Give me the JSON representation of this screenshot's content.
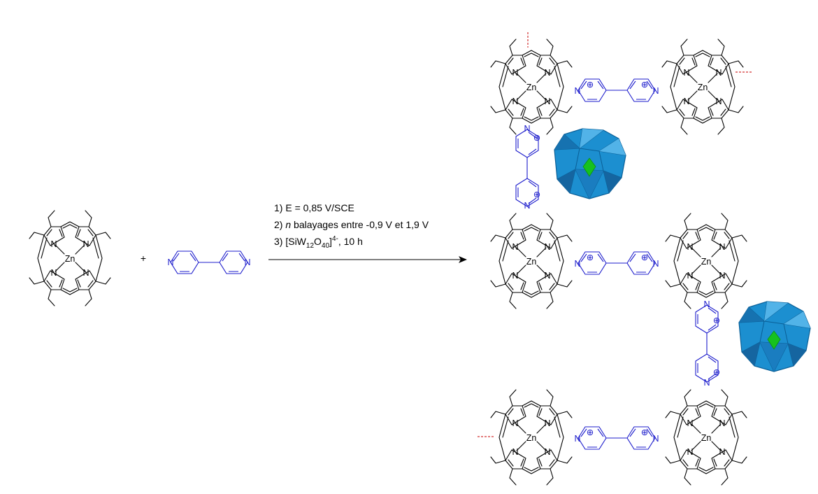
{
  "reaction": {
    "plus": "+",
    "conditions": [
      {
        "num": "1)",
        "text": "E = 0,85 V/SCE"
      },
      {
        "num": "2)",
        "italic": "n",
        "text": "balayages entre -0,9 V et 1,9 V"
      },
      {
        "num": "3)",
        "pre": "[SiW",
        "sub1": "12",
        "mid": "O",
        "sub2": "40",
        "post": "]",
        "sup": "4-",
        "tail": ", 10 h"
      }
    ]
  },
  "labels": {
    "metal": "Zn",
    "nitrogen": "N",
    "cation_charge": "⊕"
  },
  "colors": {
    "ink": "#000000",
    "bipyridine": "#1c1ccc",
    "polyoxometalate": "#1c8fd0",
    "polyoxometalate_dark": "#0a5f97",
    "silicon_center": "#16c21f",
    "continuation": "#d23030"
  }
}
